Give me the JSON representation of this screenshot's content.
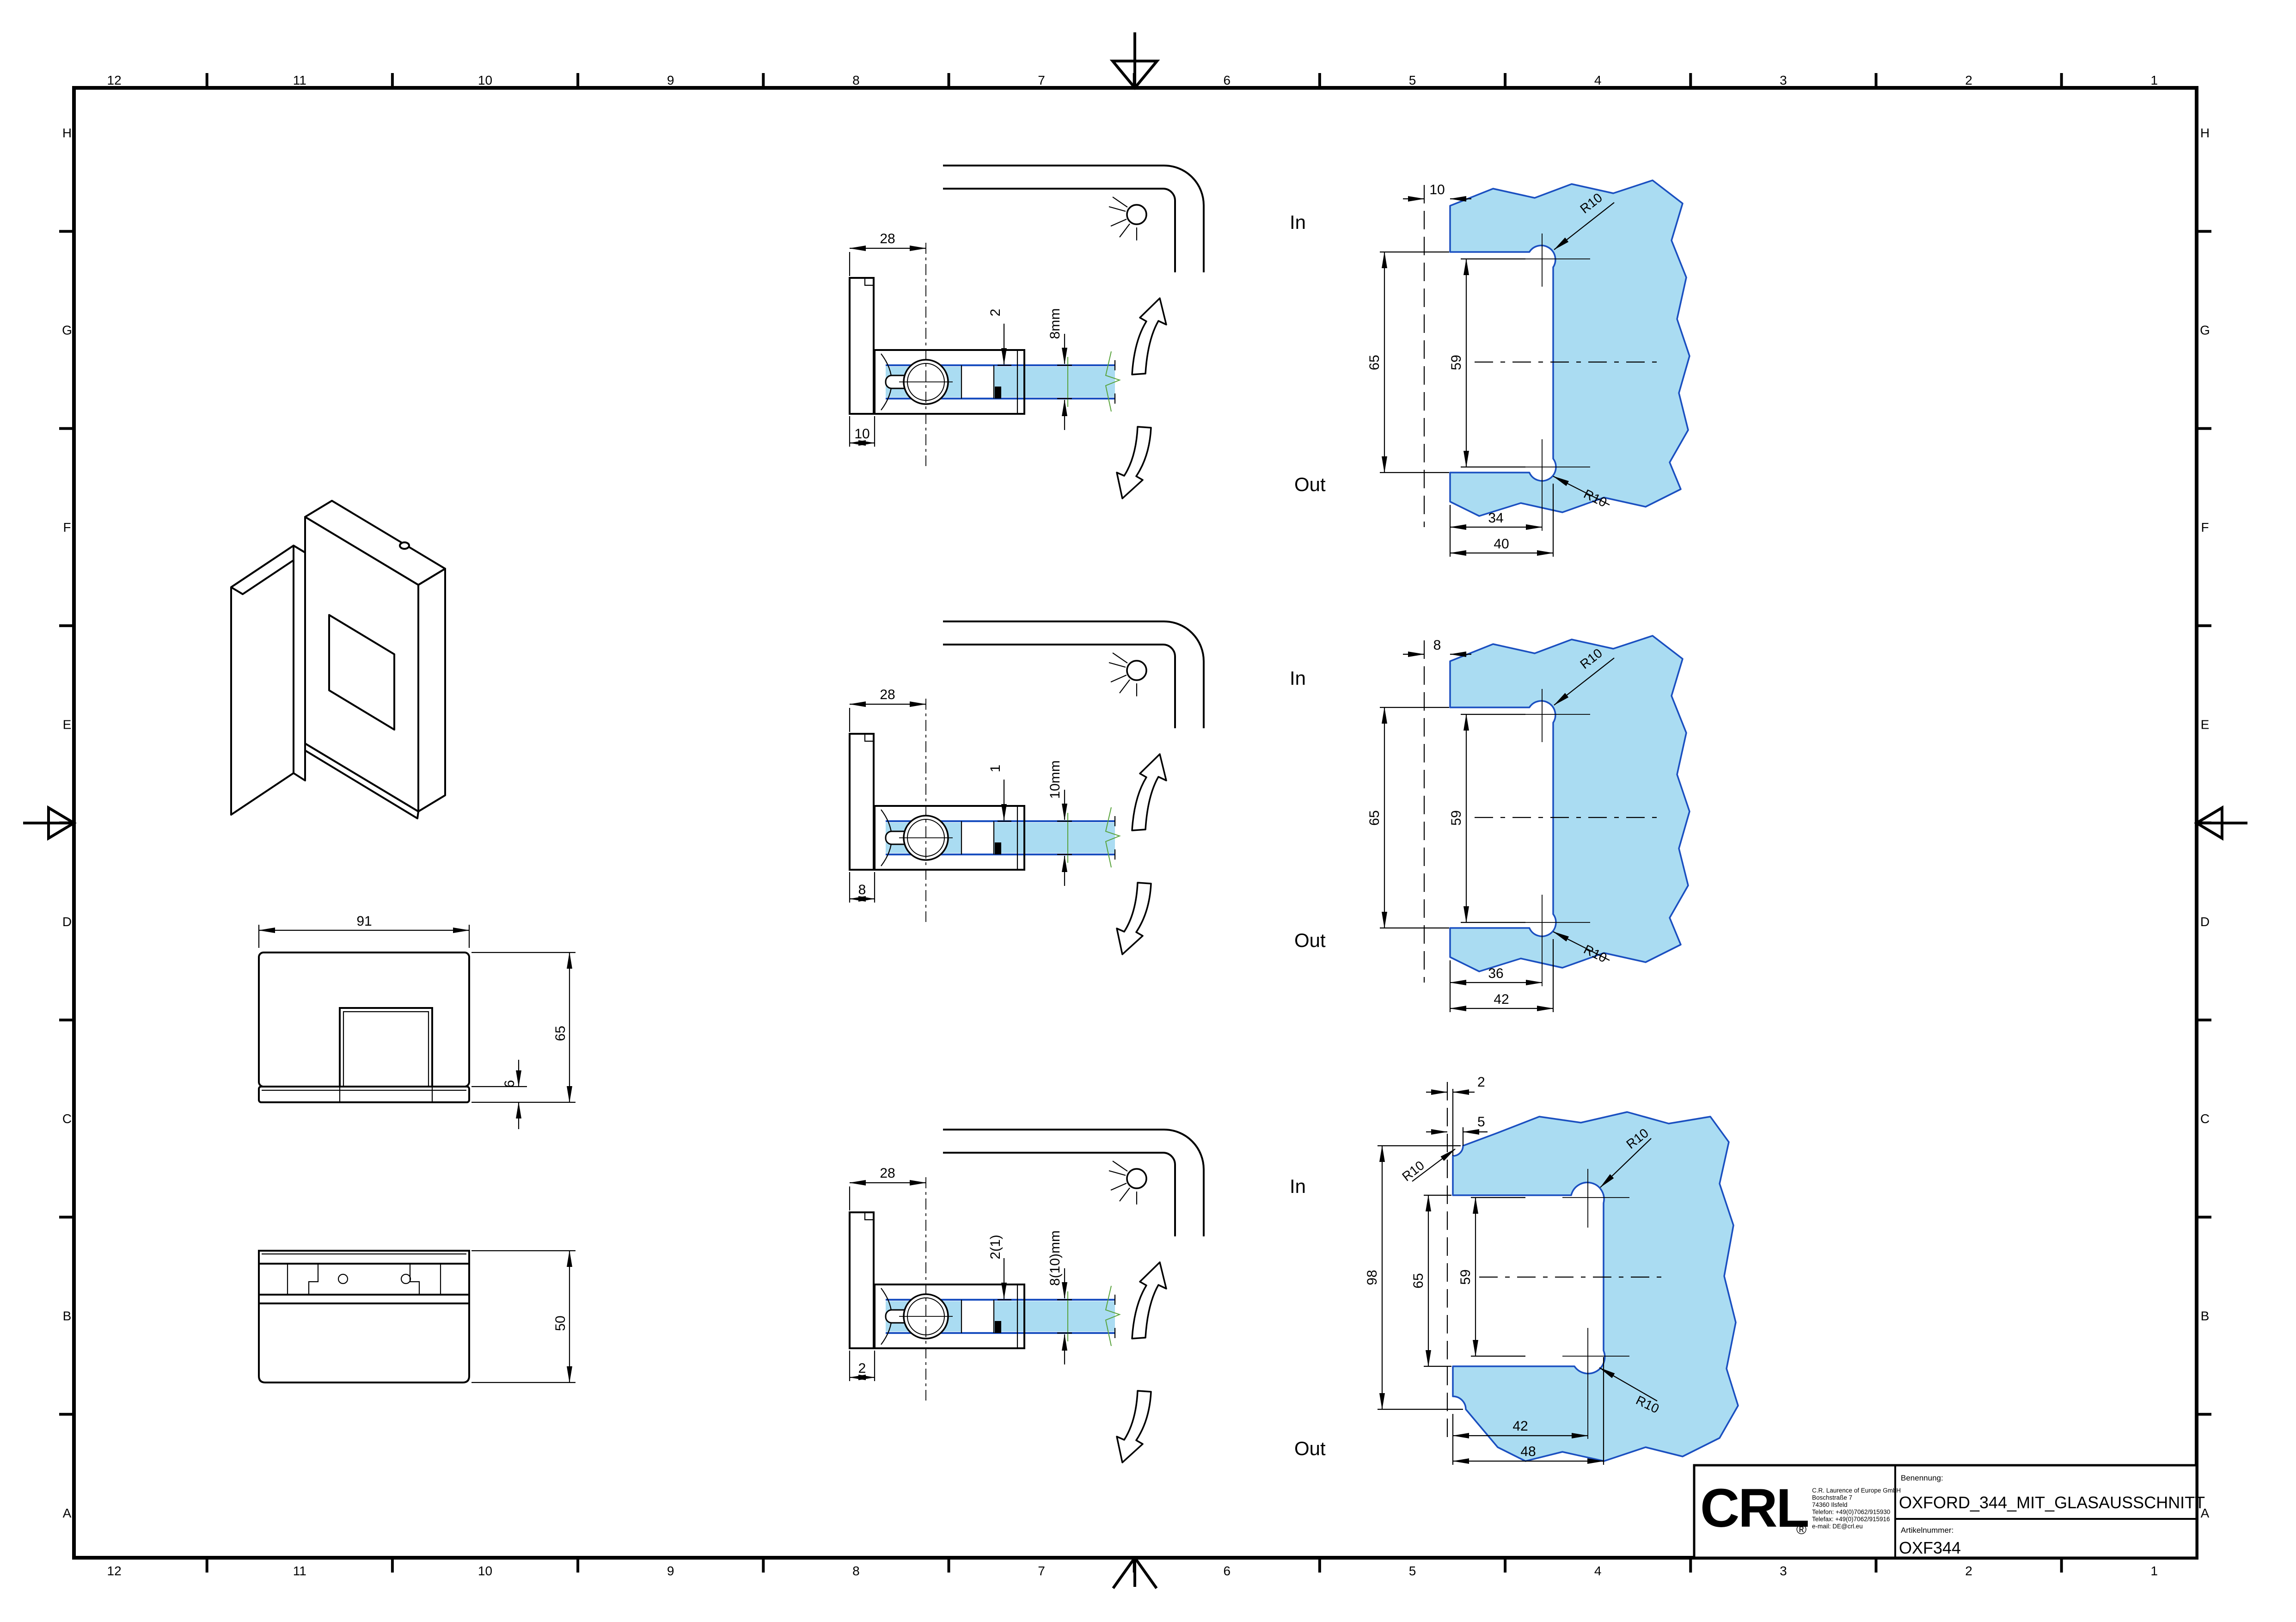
{
  "sheet": {
    "grid_columns": [
      "12",
      "11",
      "10",
      "9",
      "8",
      "7",
      "6",
      "5",
      "4",
      "3",
      "2",
      "1"
    ],
    "grid_rows": [
      "H",
      "G",
      "F",
      "E",
      "D",
      "C",
      "B",
      "A"
    ]
  },
  "colors": {
    "glass_fill": "#aadcf2",
    "glass_edge": "#1a4fc0",
    "logo_blue": "#1b9de3",
    "break_green": "#59a33c"
  },
  "title_block": {
    "logo": "CRL",
    "logo_reg": "®",
    "company": [
      "C.R. Laurence of Europe GmbH",
      "Boschstraße 7",
      "74360 Ilsfeld",
      "Telefon: +49(0)7062/915930",
      "Telefax: +49(0)7062/915916",
      "e-mail: DE@crl.eu"
    ],
    "name_label": "Benennung:",
    "name_value": "OXFORD_344_MIT_GLASAUSSCHNITT",
    "number_label": "Artikelnummer:",
    "number_value": "OXF344"
  },
  "views": {
    "front": {
      "width": "91",
      "height": "65",
      "base": "6"
    },
    "plan": {
      "depth": "50"
    }
  },
  "rows": [
    {
      "in": "In",
      "out": "Out",
      "section": {
        "width": "28",
        "gap": "2",
        "glass": "8mm",
        "offset": "10"
      },
      "cutout": {
        "edge": "10",
        "height": "65",
        "inner": "59",
        "dim_a": "34",
        "dim_b": "40",
        "r_top": "R10",
        "r_bottom": "R10"
      }
    },
    {
      "in": "In",
      "out": "Out",
      "section": {
        "width": "28",
        "gap": "1",
        "glass": "10mm",
        "offset": "8"
      },
      "cutout": {
        "edge": "8",
        "height": "65",
        "inner": "59",
        "dim_a": "36",
        "dim_b": "42",
        "r_top": "R10",
        "r_bottom": "R10"
      }
    },
    {
      "in": "In",
      "out": "Out",
      "section": {
        "width": "28",
        "gap": "2(1)",
        "glass": "8(10)mm",
        "offset": "2"
      },
      "cutout": {
        "edge": "2",
        "edge2": "5",
        "total": "98",
        "height": "65",
        "inner": "59",
        "dim_a": "42",
        "dim_b": "48",
        "r_corner": "R10",
        "r_top": "R10",
        "r_bottom": "R10"
      }
    }
  ]
}
